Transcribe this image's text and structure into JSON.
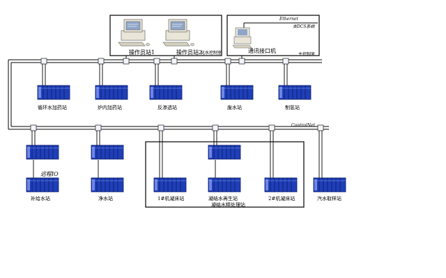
{
  "control_room": {
    "label": "化水控制室",
    "workstations": [
      {
        "label": "操作员站1"
      },
      {
        "label": "操作员站2"
      }
    ]
  },
  "main_control": {
    "label": "主控制室",
    "ethernet_label": "Ethernet",
    "dcs_label": "去DCS系统",
    "gateway_label": "通讯接口机"
  },
  "upper_network": {
    "stations": [
      {
        "label": "循环水加药站"
      },
      {
        "label": "炉内加药站"
      },
      {
        "label": "反渗透站"
      },
      {
        "label": "废水站"
      },
      {
        "label": "制氢站"
      }
    ]
  },
  "lower_network": {
    "bus_label": "ControlNet",
    "remote_io_label": "远程IO",
    "stations": [
      {
        "label": "补给水站"
      },
      {
        "label": "净水站"
      },
      {
        "label": "1#机凝床站"
      },
      {
        "label": "凝结水再生站"
      },
      {
        "label": "2#机凝床站"
      },
      {
        "label": "汽水取样站"
      }
    ],
    "group_label": "凝结水精处理站"
  }
}
